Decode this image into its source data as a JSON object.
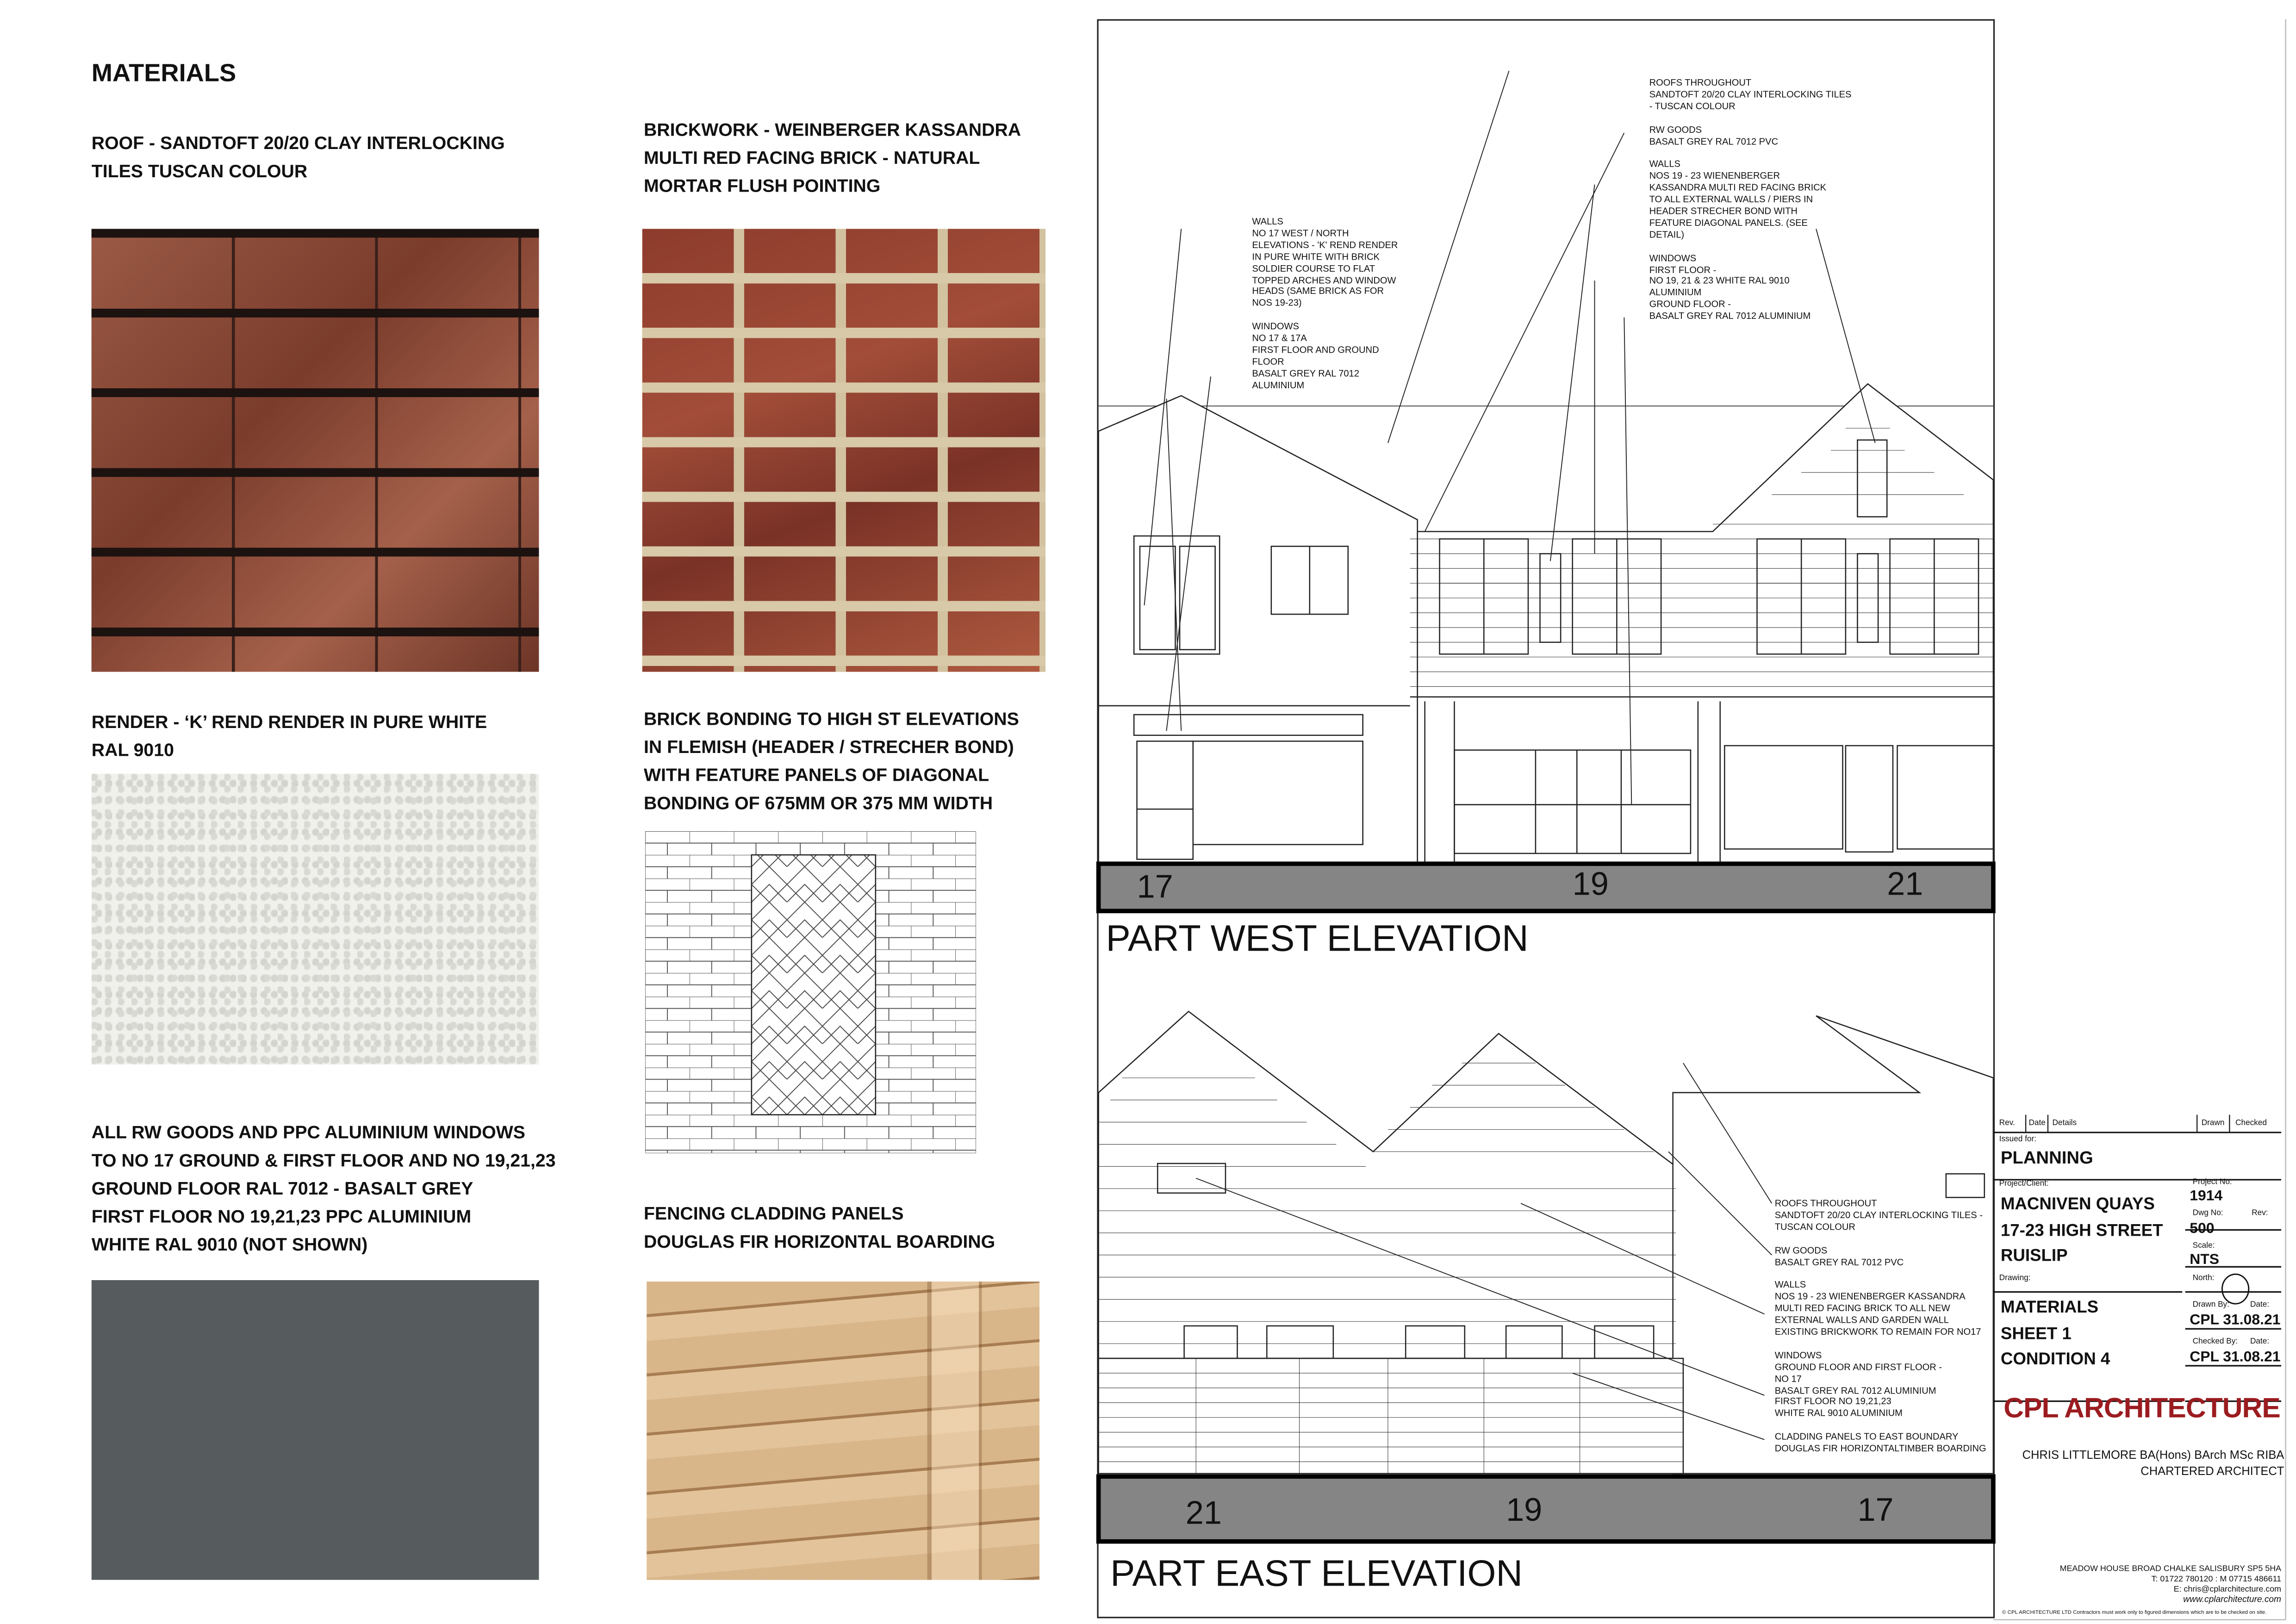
{
  "left": {
    "heading": "MATERIALS",
    "roof": "ROOF - SANDTOFT 20/20 CLAY INTERLOCKING\nTILES TUSCAN COLOUR",
    "brick": "BRICKWORK - WEINBERGER KASSANDRA\nMULTI RED FACING BRICK - NATURAL\nMORTAR FLUSH POINTING",
    "render": "RENDER - ‘K’ REND RENDER IN PURE WHITE\nRAL 9010",
    "bond": "BRICK BONDING TO HIGH ST ELEVATIONS\nIN FLEMISH (HEADER / STRECHER BOND)\nWITH FEATURE PANELS OF DIAGONAL\nBONDING OF 675MM OR 375 MM WIDTH",
    "rw": "ALL RW GOODS AND PPC ALUMINIUM WINDOWS\nTO NO 17 GROUND & FIRST FLOOR  AND NO 19,21,23\nGROUND FLOOR RAL 7012 - BASALT GREY\nFIRST FLOOR NO 19,21,23 PPC ALUMINIUM\nWHITE RAL 9010 (NOT SHOWN)",
    "fencing": "FENCING CLADDING PANELS\nDOUGLAS FIR HORIZONTAL BOARDING",
    "swatch_color": "#565c5d"
  },
  "west": {
    "title": "PART WEST ELEVATION",
    "numbers": [
      "17",
      "19",
      "21"
    ],
    "note_walls_17": "WALLS\nNO 17 WEST / NORTH\nELEVATIONS - 'K' REND RENDER\nIN PURE WHITE WITH BRICK\nSOLDIER COURSE TO FLAT\nTOPPED ARCHES AND WINDOW\nHEADS (SAME BRICK AS FOR\nNOS 19-23)\n\nWINDOWS\nNO 17 & 17A\nFIRST FLOOR AND GROUND\nFLOOR\nBASALT GREY RAL 7012\nALUMINIUM",
    "note_main": "ROOFS THROUGHOUT\nSANDTOFT 20/20 CLAY INTERLOCKING TILES\n- TUSCAN COLOUR\n\nRW GOODS\nBASALT GREY RAL 7012 PVC\n\nWALLS\nNOS 19 - 23 WIENENBERGER\nKASSANDRA MULTI RED FACING BRICK\nTO ALL EXTERNAL WALLS / PIERS IN\nHEADER STRECHER BOND WITH\nFEATURE DIAGONAL PANELS. (SEE\nDETAIL)\n\nWINDOWS\nFIRST FLOOR -\nNO 19, 21 & 23 WHITE RAL 9010\nALUMINIUM\nGROUND FLOOR -\nBASALT GREY RAL 7012 ALUMINIUM"
  },
  "east": {
    "title": "PART EAST ELEVATION",
    "numbers": [
      "21",
      "19",
      "17"
    ],
    "note": "ROOFS THROUGHOUT\nSANDTOFT 20/20 CLAY INTERLOCKING TILES -\nTUSCAN COLOUR\n\nRW GOODS\nBASALT GREY RAL 7012 PVC\n\nWALLS\nNOS 19 - 23 WIENENBERGER KASSANDRA\nMULTI RED FACING BRICK TO ALL NEW\nEXTERNAL WALLS AND GARDEN WALL\nEXISTING BRICKWORK TO REMAIN FOR NO17\n\nWINDOWS\nGROUND FLOOR AND FIRST FLOOR -\nNO 17\nBASALT GREY RAL 7012 ALUMINIUM\nFIRST FLOOR NO 19,21,23\nWHITE RAL 9010 ALUMINIUM\n\nCLADDING PANELS TO EAST BOUNDARY\nDOUGLAS FIR HORIZONTALTIMBER BOARDING"
  },
  "titleblock": {
    "rev": "Rev.",
    "date": "Date",
    "details": "Details",
    "drawn": "Drawn",
    "checked": "Checked",
    "issued_for_label": "Issued for:",
    "issued_for": "PLANNING",
    "project_label": "Project/Client:",
    "project": "MACNIVEN QUAYS\n17-23 HIGH STREET\nRUISLIP",
    "project_no_label": "Project No:",
    "project_no": "1914",
    "dwg_no_label": "Dwg No:",
    "rev_label": "Rev:",
    "dwg_no": "500",
    "scale_label": "Scale:",
    "scale": "NTS",
    "north_label": "North:",
    "drawing_label": "Drawing:",
    "drawing": "MATERIALS\nSHEET 1\nCONDITION 4",
    "drawn_by_label": "Drawn By:",
    "date_label": "Date:",
    "drawn_by": "CPL 31.08.21",
    "checked_by_label": "Checked By:",
    "checked_by": "CPL 31.08.21",
    "firm": "CPL ARCHITECTURE",
    "firm_color": "#9b1c20",
    "architect": "CHRIS LITTLEMORE BA(Hons) BArch MSc RIBA",
    "architect_title": "CHARTERED ARCHITECT",
    "address": "MEADOW HOUSE BROAD CHALKE SALISBURY SP5 5HA",
    "phone": "T: 01722 780120 : M 07715 486611",
    "email": "E: chris@cplarchitecture.com",
    "web": "www.cplarchitecture.com",
    "copyright": "© CPL ARCHITECTURE LTD Contractors must work only to figured dimensions which are to be checked on site."
  }
}
